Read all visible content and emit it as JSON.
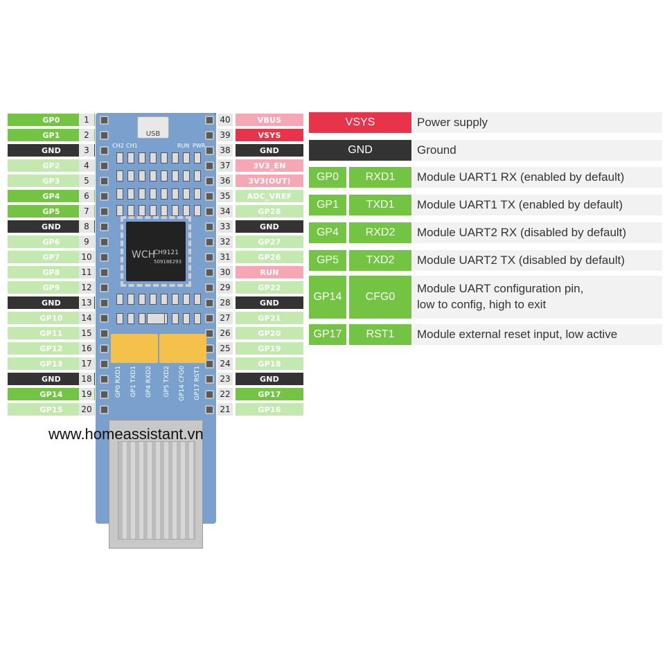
{
  "colors": {
    "gp_active": "#72c442",
    "gp_inactive": "#c3e8b0",
    "gnd": "#333333",
    "power_strong": "#e8334a",
    "power_light": "#f5a8b4"
  },
  "left_pins": [
    {
      "label": "GP0",
      "num": "1",
      "style": "gp_active"
    },
    {
      "label": "GP1",
      "num": "2",
      "style": "gp_active"
    },
    {
      "label": "GND",
      "num": "3",
      "style": "gnd"
    },
    {
      "label": "GP2",
      "num": "4",
      "style": "gp_inactive"
    },
    {
      "label": "GP3",
      "num": "5",
      "style": "gp_inactive"
    },
    {
      "label": "GP4",
      "num": "6",
      "style": "gp_active"
    },
    {
      "label": "GP5",
      "num": "7",
      "style": "gp_active"
    },
    {
      "label": "GND",
      "num": "8",
      "style": "gnd"
    },
    {
      "label": "GP6",
      "num": "9",
      "style": "gp_inactive"
    },
    {
      "label": "GP7",
      "num": "10",
      "style": "gp_inactive"
    },
    {
      "label": "GP8",
      "num": "11",
      "style": "gp_inactive"
    },
    {
      "label": "GP9",
      "num": "12",
      "style": "gp_inactive"
    },
    {
      "label": "GND",
      "num": "13",
      "style": "gnd"
    },
    {
      "label": "GP10",
      "num": "14",
      "style": "gp_inactive"
    },
    {
      "label": "GP11",
      "num": "15",
      "style": "gp_inactive"
    },
    {
      "label": "GP12",
      "num": "16",
      "style": "gp_inactive"
    },
    {
      "label": "GP13",
      "num": "17",
      "style": "gp_inactive"
    },
    {
      "label": "GND",
      "num": "18",
      "style": "gnd"
    },
    {
      "label": "GP14",
      "num": "19",
      "style": "gp_active"
    },
    {
      "label": "GP15",
      "num": "20",
      "style": "gp_inactive"
    }
  ],
  "right_pins": [
    {
      "label": "VBUS",
      "num": "40",
      "style": "power_light"
    },
    {
      "label": "VSYS",
      "num": "39",
      "style": "power_strong"
    },
    {
      "label": "GND",
      "num": "38",
      "style": "gnd"
    },
    {
      "label": "3V3_EN",
      "num": "37",
      "style": "power_light"
    },
    {
      "label": "3V3(OUT)",
      "num": "36",
      "style": "power_light"
    },
    {
      "label": "ADC_VREF",
      "num": "35",
      "style": "gp_inactive"
    },
    {
      "label": "GP28",
      "num": "34",
      "style": "gp_inactive"
    },
    {
      "label": "GND",
      "num": "33",
      "style": "gnd"
    },
    {
      "label": "GP27",
      "num": "32",
      "style": "gp_inactive"
    },
    {
      "label": "GP26",
      "num": "31",
      "style": "gp_inactive"
    },
    {
      "label": "RUN",
      "num": "30",
      "style": "power_light"
    },
    {
      "label": "GP22",
      "num": "29",
      "style": "gp_inactive"
    },
    {
      "label": "GND",
      "num": "28",
      "style": "gnd"
    },
    {
      "label": "GP21",
      "num": "27",
      "style": "gp_inactive"
    },
    {
      "label": "GP20",
      "num": "26",
      "style": "gp_inactive"
    },
    {
      "label": "GP19",
      "num": "25",
      "style": "gp_inactive"
    },
    {
      "label": "GP18",
      "num": "24",
      "style": "gp_inactive"
    },
    {
      "label": "GND",
      "num": "23",
      "style": "gnd"
    },
    {
      "label": "GP17",
      "num": "22",
      "style": "gp_active"
    },
    {
      "label": "GP16",
      "num": "21",
      "style": "gp_inactive"
    }
  ],
  "board": {
    "usb_label": "USB",
    "led_labels": [
      "CH2",
      "CH1",
      "RUN",
      "PWR"
    ],
    "chip_brand": "WCH",
    "chip_model": "CH9121",
    "chip_code": "50918E293",
    "switch_labels": [
      "GP0 RXD1",
      "GP1 TXD1",
      "GP4 RXD2",
      "GP5 TXD2",
      "GP14 CFG0",
      "GP17 RST1"
    ]
  },
  "legend": [
    {
      "cells": [
        {
          "text": "VSYS",
          "style": "power_strong",
          "span": 2
        }
      ],
      "desc": "Power supply"
    },
    {
      "cells": [
        {
          "text": "GND",
          "style": "gnd",
          "span": 2
        }
      ],
      "desc": "Ground"
    },
    {
      "cells": [
        {
          "text": "GP0",
          "style": "gp_active"
        },
        {
          "text": "RXD1",
          "style": "gp_active"
        }
      ],
      "desc": "Module UART1 RX (enabled by default)"
    },
    {
      "cells": [
        {
          "text": "GP1",
          "style": "gp_active"
        },
        {
          "text": "TXD1",
          "style": "gp_active"
        }
      ],
      "desc": "Module UART1 TX (enabled by default)"
    },
    {
      "cells": [
        {
          "text": "GP4",
          "style": "gp_active"
        },
        {
          "text": "RXD2",
          "style": "gp_active"
        }
      ],
      "desc": "Module UART2 RX (disabled by default)"
    },
    {
      "cells": [
        {
          "text": "GP5",
          "style": "gp_active"
        },
        {
          "text": "TXD2",
          "style": "gp_active"
        }
      ],
      "desc": "Module UART2 TX (disabled by default)"
    },
    {
      "cells": [
        {
          "text": "GP14",
          "style": "gp_active"
        },
        {
          "text": "CFG0",
          "style": "gp_active"
        }
      ],
      "desc": "Module UART configuration pin,\nlow to config, high to exit"
    },
    {
      "cells": [
        {
          "text": "GP17",
          "style": "gp_active"
        },
        {
          "text": "RST1",
          "style": "gp_active"
        }
      ],
      "desc": "Module external reset input, low active"
    }
  ],
  "watermark": "www.homeassistant.vn"
}
